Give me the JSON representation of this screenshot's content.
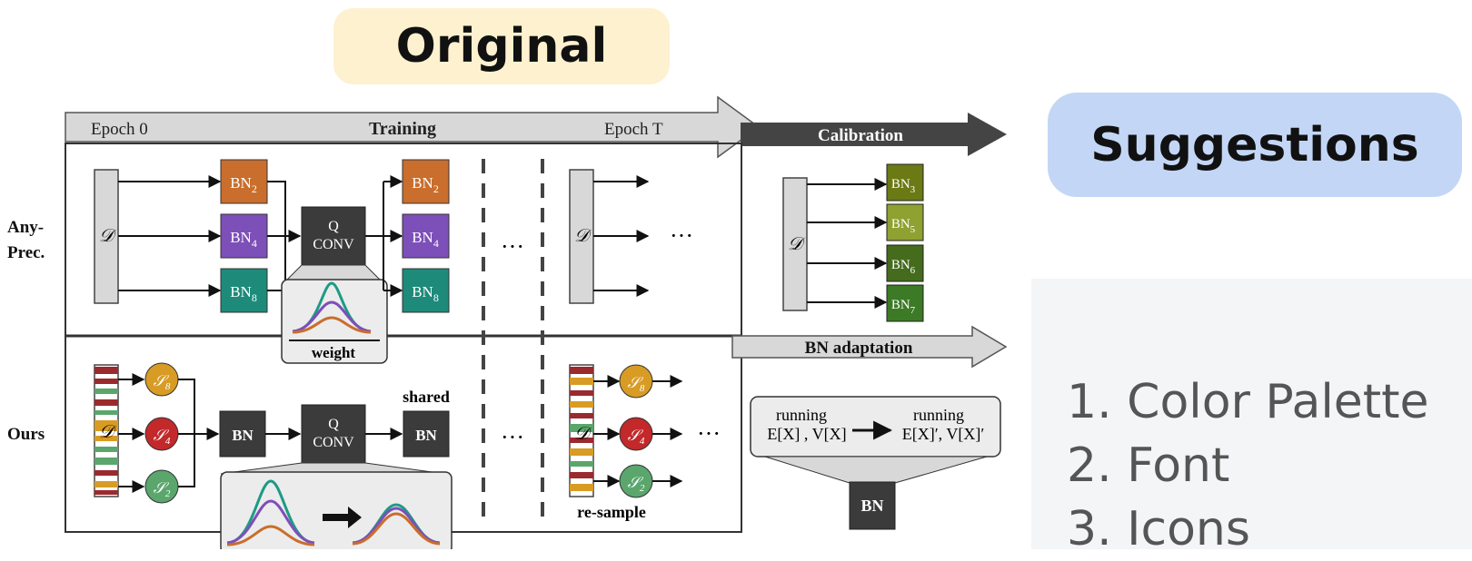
{
  "header": {
    "original_label": "Original",
    "suggestions_label": "Suggestions"
  },
  "suggestions": [
    "1. Color Palette",
    "2. Font",
    "3. Icons"
  ],
  "diagram": {
    "training_arrow": {
      "epoch_start": "Epoch 0",
      "title": "Training",
      "epoch_end": "Epoch T"
    },
    "calibration_label": "Calibration",
    "bn_adaptation_label": "BN adaptation",
    "row_labels": {
      "anyprec_line1": "Any-",
      "anyprec_line2": "Prec.",
      "ours": "Ours"
    },
    "dataset_symbol": "𝒟",
    "bn_text": "BN",
    "bn_subscripts_anyprec": [
      "2",
      "4",
      "8"
    ],
    "bn_subscripts_calibration": [
      "3",
      "5",
      "6",
      "7"
    ],
    "sample_symbol": "𝒮",
    "sample_subscripts": [
      "8",
      "4",
      "2"
    ],
    "qconv_line1": "Q",
    "qconv_line2": "CONV",
    "weight_label": "weight",
    "shared_label": "shared",
    "ellipsis": "···",
    "resample_label": "re-sample",
    "running_label": "running",
    "stats_before": "E[X] , V[X]",
    "stats_after": "E[X]′, V[X]′",
    "colors": {
      "bn2": "#c96e2c",
      "bn4": "#7d4fb8",
      "bn8": "#1e8a7a",
      "bn3": "#6b7a14",
      "bn5": "#8ea131",
      "bn6": "#456b1c",
      "bn7": "#3c7a26",
      "s8": "#d89b24",
      "s4": "#c3282a",
      "s2": "#5aa66c",
      "dark_box": "#3b3b3b",
      "arrow_light": "#d8d8d8",
      "arrow_dark": "#444444"
    }
  }
}
